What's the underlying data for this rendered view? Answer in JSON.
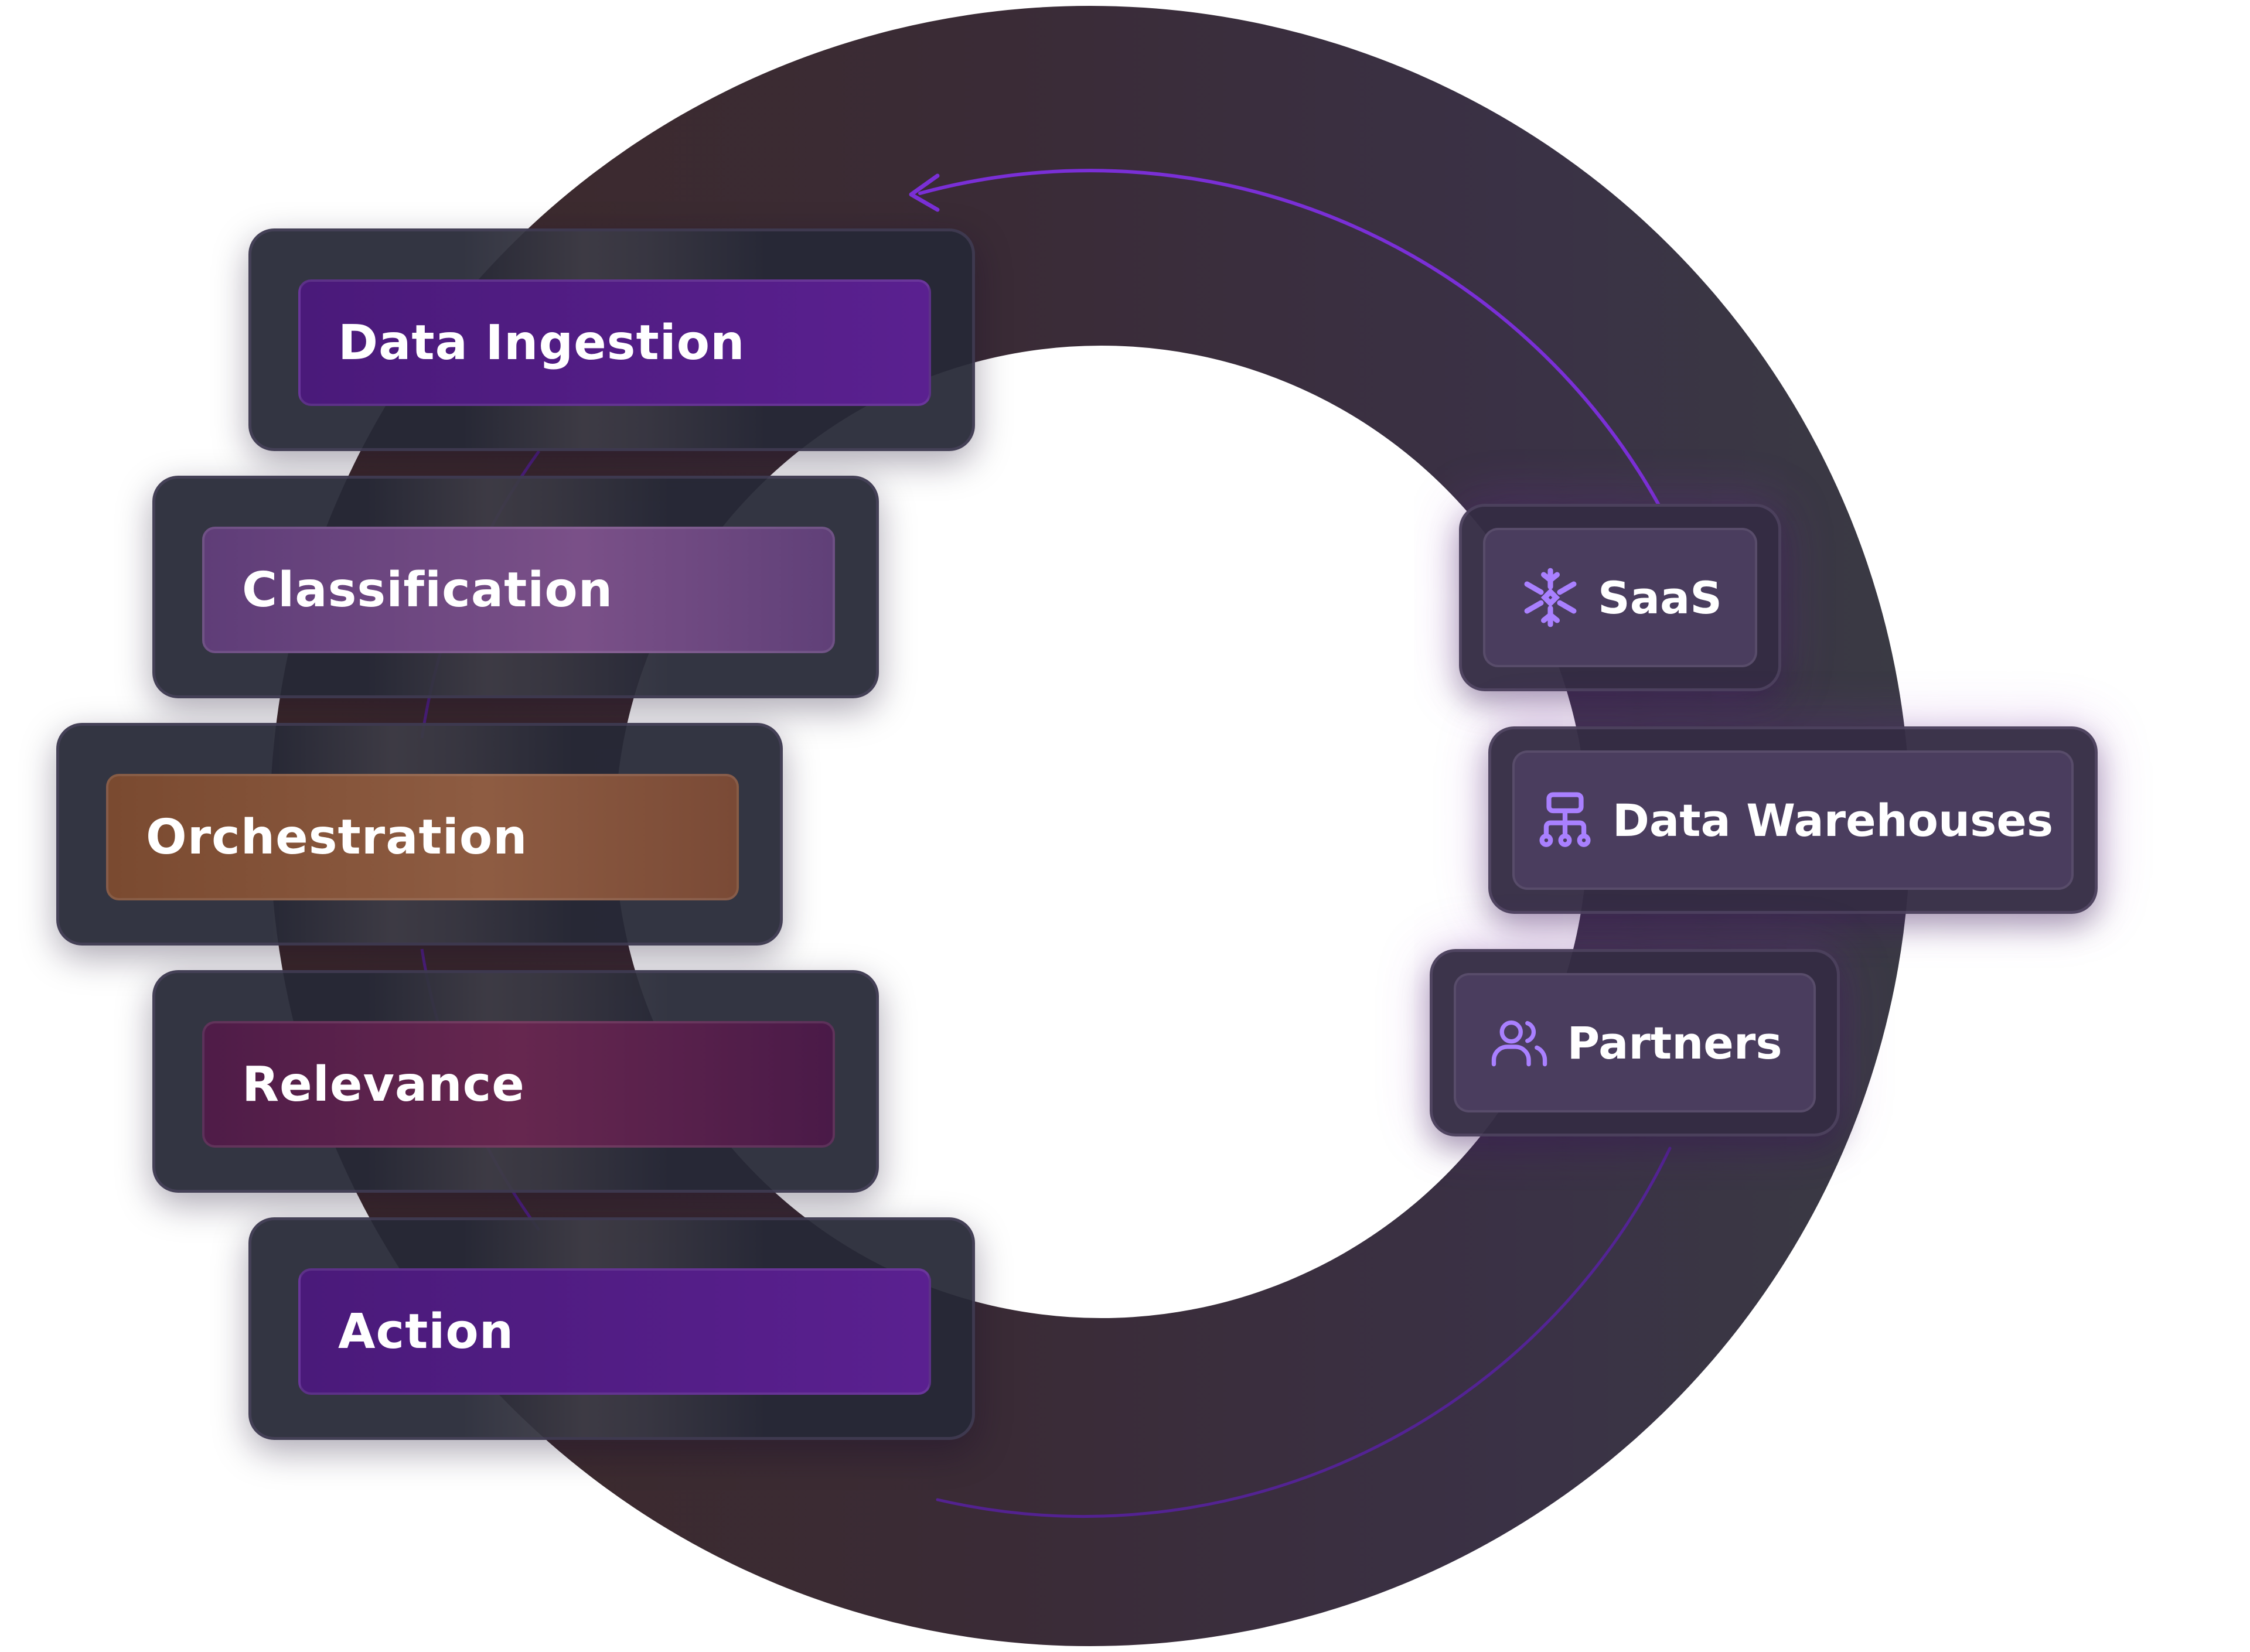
{
  "stages": [
    {
      "label": "Data Ingestion",
      "color": "#541d86"
    },
    {
      "label": "Classification",
      "color": "#6a4680"
    },
    {
      "label": "Orchestration",
      "color": "#8b5a3f"
    },
    {
      "label": "Relevance",
      "color": "#561e4c"
    },
    {
      "label": "Action",
      "color": "#541d86"
    }
  ],
  "sources": [
    {
      "label": "SaaS",
      "icon": "snowflake-icon"
    },
    {
      "label": "Data Warehouses",
      "icon": "hierarchy-icon"
    },
    {
      "label": "Partners",
      "icon": "users-icon"
    }
  ],
  "colors": {
    "ring_left": "#3b2a2c",
    "ring_right": "#3a3646",
    "accent_line": "#7a2fd6",
    "icon": "#a980ff"
  }
}
